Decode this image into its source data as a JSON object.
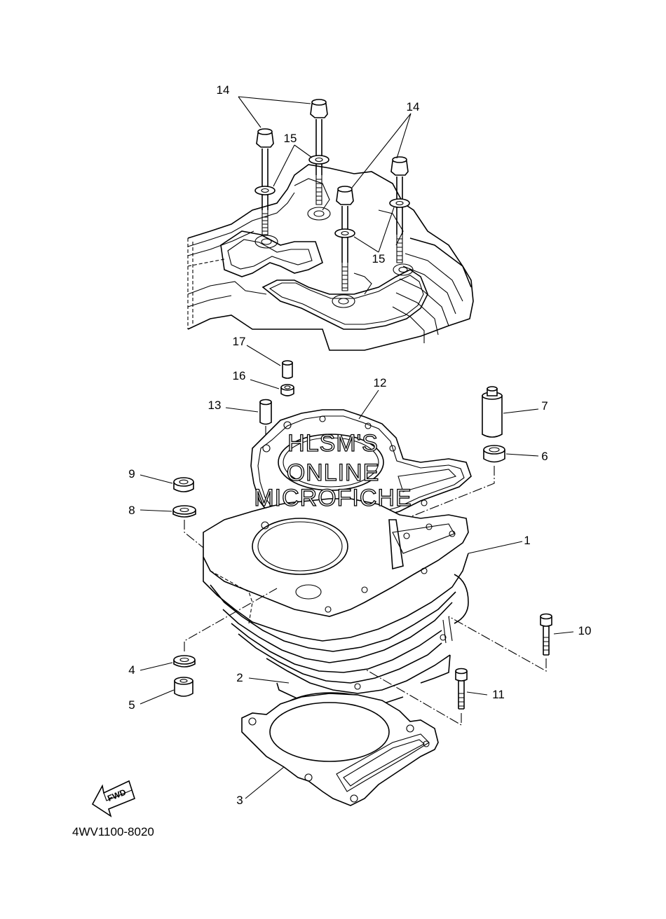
{
  "diagram": {
    "part_code": "4WV1100-8020",
    "fwd_label": "FWD",
    "watermark": {
      "line1": "HLSM'S",
      "line2": "ONLINE",
      "line3": "MICROFICHE"
    },
    "callouts": {
      "c1": "1",
      "c2": "2",
      "c3": "3",
      "c4": "4",
      "c5": "5",
      "c6": "6",
      "c7": "7",
      "c8": "8",
      "c9": "9",
      "c10": "10",
      "c11": "11",
      "c12": "12",
      "c13": "13",
      "c14a": "14",
      "c14b": "14",
      "c15a": "15",
      "c15b": "15",
      "c16": "16",
      "c17": "17"
    }
  }
}
